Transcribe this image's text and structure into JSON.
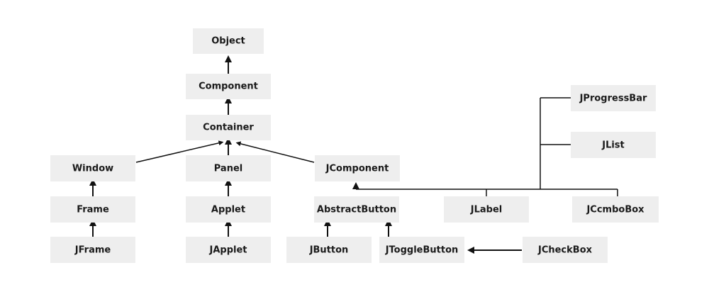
{
  "diagram": {
    "nodes": {
      "object": "Object",
      "component": "Component",
      "container": "Container",
      "window": "Window",
      "panel": "Panel",
      "jcomponent": "JComponent",
      "frame": "Frame",
      "applet": "Applet",
      "abstractbutton": "AbstractButton",
      "jlabel": "JLabel",
      "jcombobox": "JCcmboBox",
      "jframe": "JFrame",
      "japplet": "JApplet",
      "jbutton": "JButton",
      "jtogglebutton": "JToggleButton",
      "jcheckbox": "JCheckBox",
      "jprogressbar": "JProgressBar",
      "jlist": "JList"
    },
    "colors": {
      "node_fill": "#eeeeee",
      "line": "#111111",
      "text": "#1a1a1a"
    }
  }
}
